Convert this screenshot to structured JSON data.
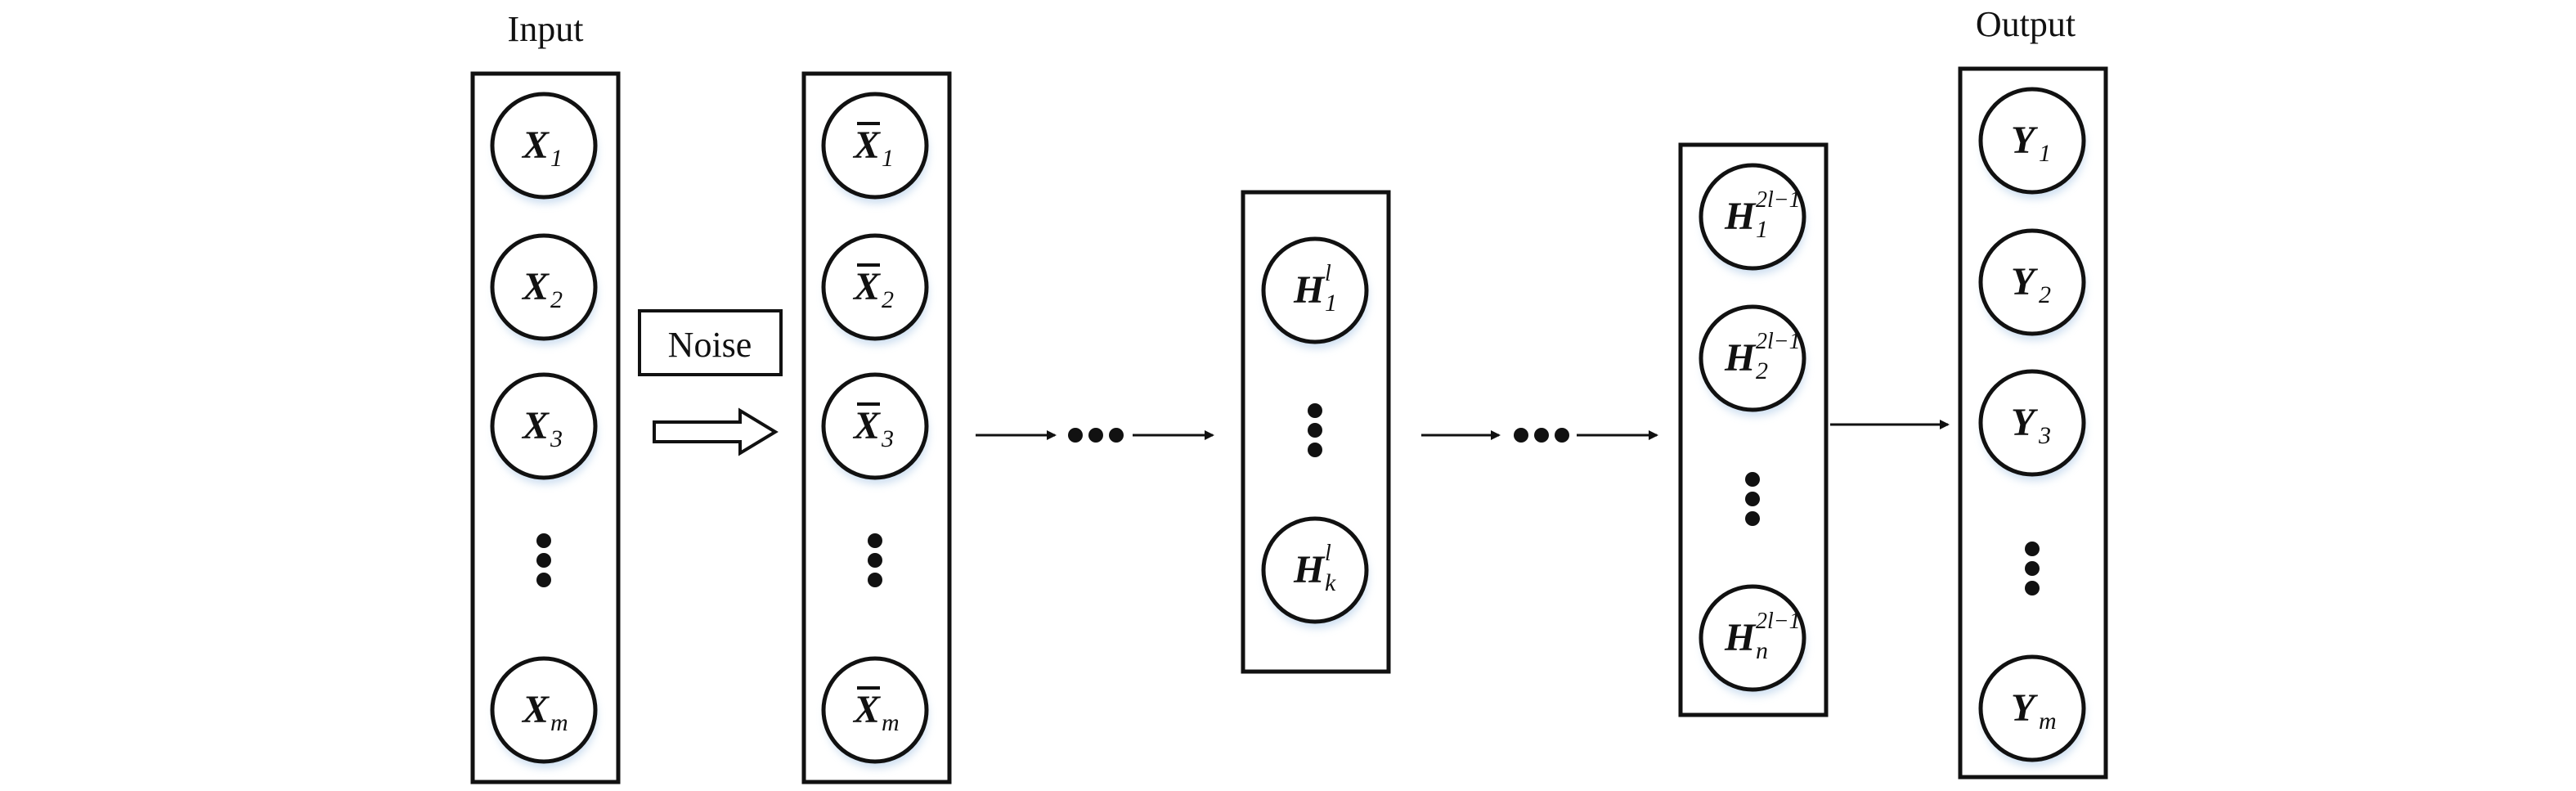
{
  "labels": {
    "input": "Input",
    "output": "Output",
    "noise": "Noise"
  },
  "columns": [
    {
      "name": "input-column",
      "nodes": [
        {
          "base": "X",
          "sub": "1",
          "sup": ""
        },
        {
          "base": "X",
          "sub": "2",
          "sup": ""
        },
        {
          "base": "X",
          "sub": "3",
          "sup": ""
        },
        {
          "base": "",
          "sub": "",
          "sup": "",
          "ellipsis": true
        },
        {
          "base": "X",
          "sub": "m",
          "sup": ""
        }
      ]
    },
    {
      "name": "noisy-input-column",
      "bar": true,
      "nodes": [
        {
          "base": "X",
          "sub": "1",
          "sup": ""
        },
        {
          "base": "X",
          "sub": "2",
          "sup": ""
        },
        {
          "base": "X",
          "sub": "3",
          "sup": ""
        },
        {
          "base": "",
          "sub": "",
          "sup": "",
          "ellipsis": true
        },
        {
          "base": "X",
          "sub": "m",
          "sup": ""
        }
      ]
    },
    {
      "name": "code-layer-column",
      "nodes": [
        {
          "base": "H",
          "sub": "1",
          "sup": "l"
        },
        {
          "base": "",
          "sub": "",
          "sup": "",
          "ellipsis": true
        },
        {
          "base": "H",
          "sub": "k",
          "sup": "l"
        }
      ]
    },
    {
      "name": "last-hidden-column",
      "nodes": [
        {
          "base": "H",
          "sub": "1",
          "sup": "2l−1"
        },
        {
          "base": "H",
          "sub": "2",
          "sup": "2l−1"
        },
        {
          "base": "",
          "sub": "",
          "sup": "",
          "ellipsis": true
        },
        {
          "base": "H",
          "sub": "n",
          "sup": "2l−1"
        }
      ]
    },
    {
      "name": "output-column",
      "nodes": [
        {
          "base": "Y",
          "sub": "1",
          "sup": ""
        },
        {
          "base": "Y",
          "sub": "2",
          "sup": ""
        },
        {
          "base": "Y",
          "sub": "3",
          "sup": ""
        },
        {
          "base": "",
          "sub": "",
          "sup": "",
          "ellipsis": true
        },
        {
          "base": "Y",
          "sub": "m",
          "sup": ""
        }
      ]
    }
  ],
  "colors": {
    "stroke": "#111111",
    "shadow": "#c9dcef"
  }
}
